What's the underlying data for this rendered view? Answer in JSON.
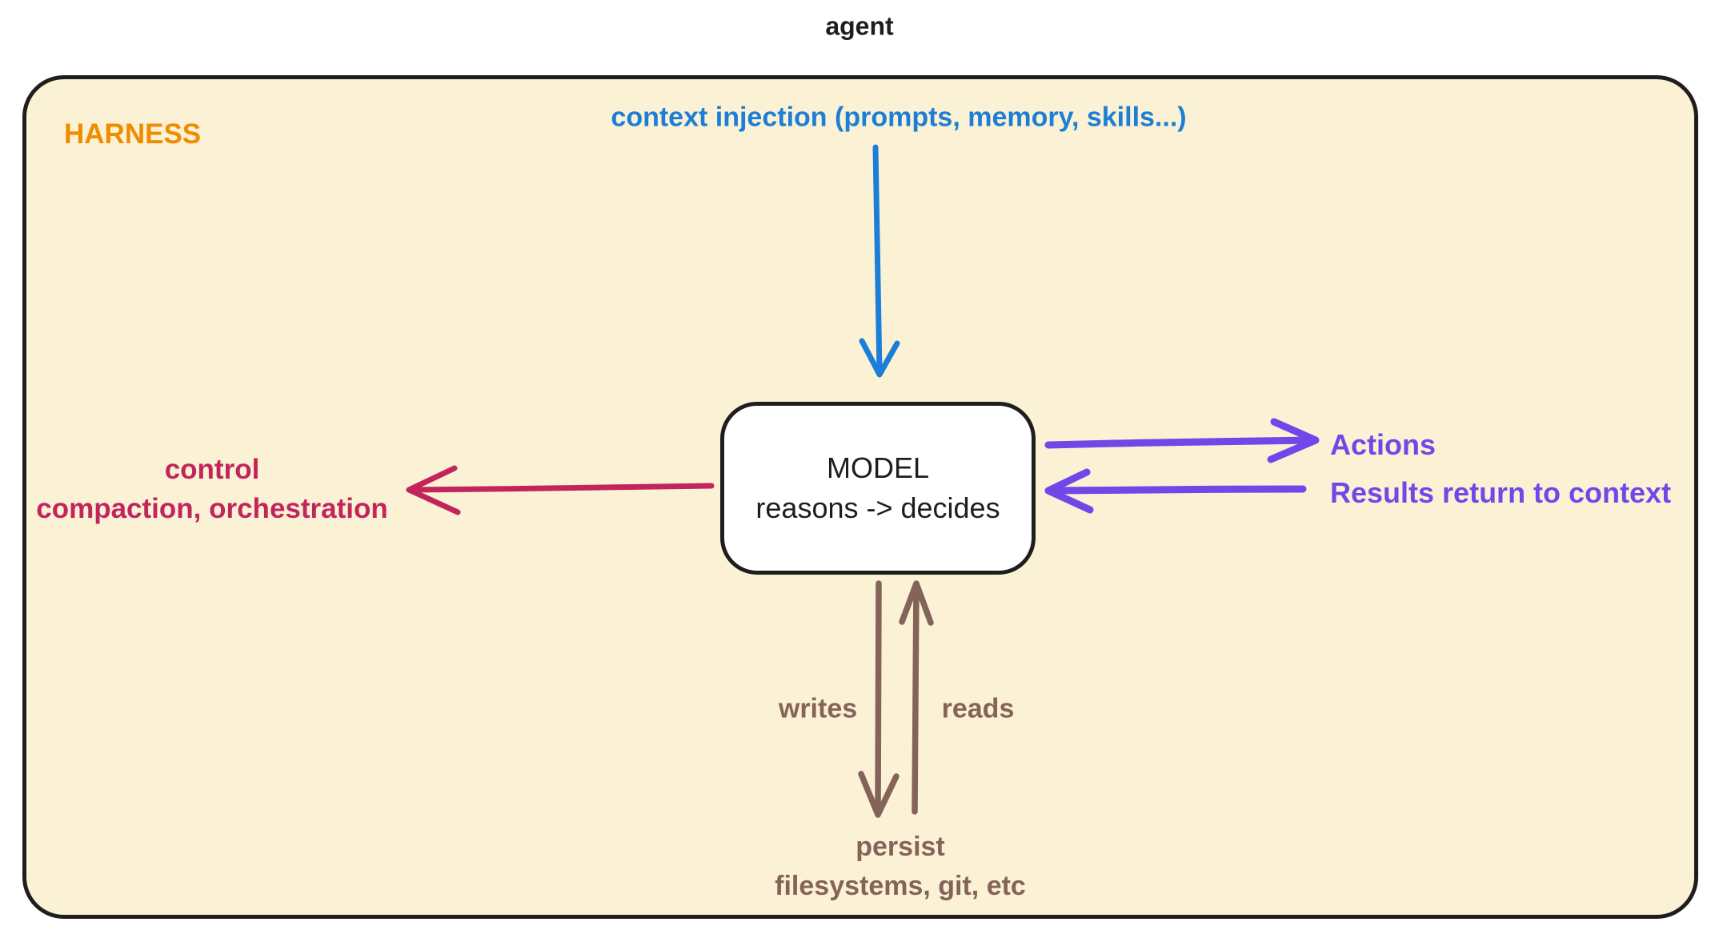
{
  "title": "agent",
  "harness": {
    "label": "HARNESS"
  },
  "model": {
    "line1": "MODEL",
    "line2": "reasons -> decides"
  },
  "labels": {
    "context_injection": "context injection (prompts, memory, skills...)",
    "actions": "Actions",
    "results_return": "Results return to context",
    "control_line1": "control",
    "control_line2": "compaction, orchestration",
    "writes": "writes",
    "reads": "reads",
    "persist_line1": "persist",
    "persist_line2": "filesystems, git, etc"
  },
  "colors": {
    "background": "#ffffff",
    "harness_fill": "#fbf2d5",
    "stroke_black": "#1e1e1e",
    "orange": "#f08c00",
    "blue": "#1c7ed6",
    "violet": "#7048e8",
    "crimson": "#c2255c",
    "brown": "#846358"
  }
}
